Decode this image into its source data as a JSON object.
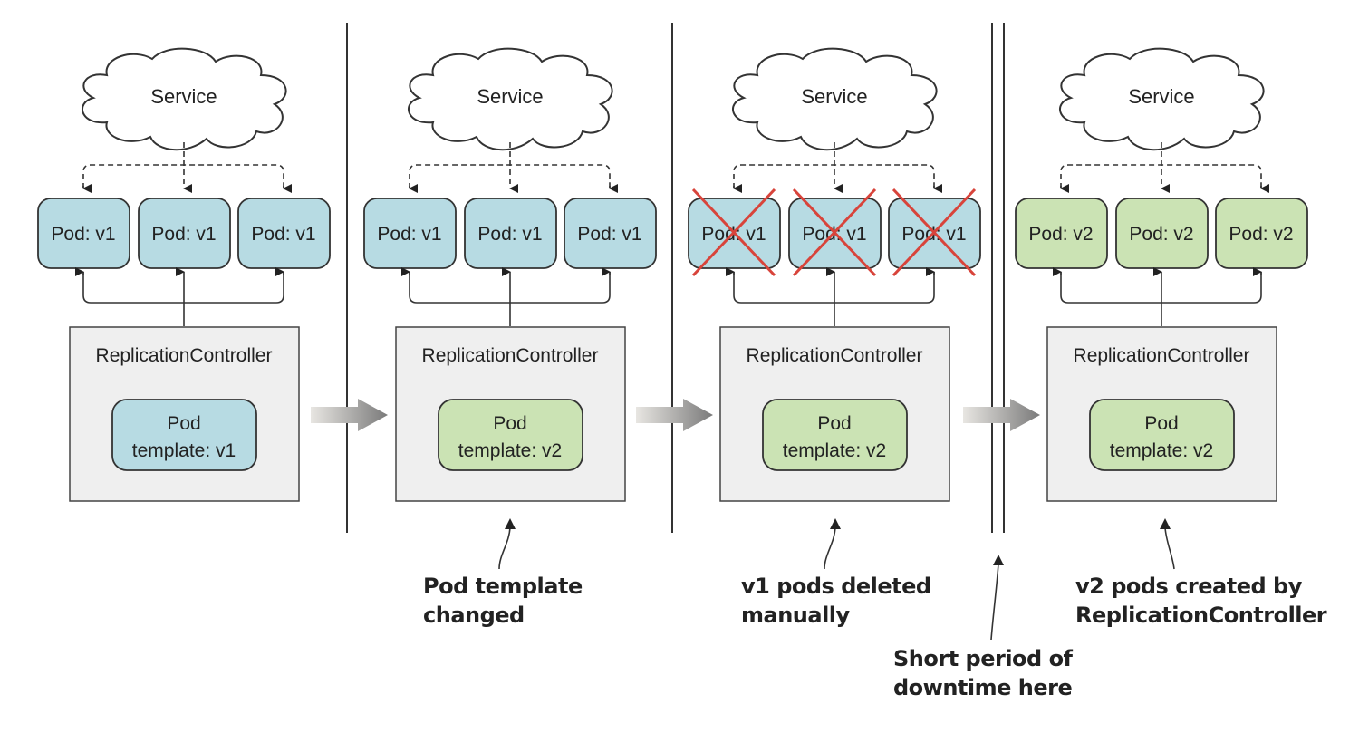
{
  "diagram": {
    "panels": [
      {
        "service_label": "Service",
        "pods": [
          {
            "label": "Pod: v1",
            "version": "v1",
            "deleted": false
          },
          {
            "label": "Pod: v1",
            "version": "v1",
            "deleted": false
          },
          {
            "label": "Pod: v1",
            "version": "v1",
            "deleted": false
          }
        ],
        "controller_label": "ReplicationController",
        "template_line1": "Pod",
        "template_line2": "template: v1",
        "template_version": "v1"
      },
      {
        "service_label": "Service",
        "pods": [
          {
            "label": "Pod: v1",
            "version": "v1",
            "deleted": false
          },
          {
            "label": "Pod: v1",
            "version": "v1",
            "deleted": false
          },
          {
            "label": "Pod: v1",
            "version": "v1",
            "deleted": false
          }
        ],
        "controller_label": "ReplicationController",
        "template_line1": "Pod",
        "template_line2": "template: v2",
        "template_version": "v2"
      },
      {
        "service_label": "Service",
        "pods": [
          {
            "label": "Pod: v1",
            "version": "v1",
            "deleted": true
          },
          {
            "label": "Pod: v1",
            "version": "v1",
            "deleted": true
          },
          {
            "label": "Pod: v1",
            "version": "v1",
            "deleted": true
          }
        ],
        "controller_label": "ReplicationController",
        "template_line1": "Pod",
        "template_line2": "template: v2",
        "template_version": "v2"
      },
      {
        "service_label": "Service",
        "pods": [
          {
            "label": "Pod: v2",
            "version": "v2",
            "deleted": false
          },
          {
            "label": "Pod: v2",
            "version": "v2",
            "deleted": false
          },
          {
            "label": "Pod: v2",
            "version": "v2",
            "deleted": false
          }
        ],
        "controller_label": "ReplicationController",
        "template_line1": "Pod",
        "template_line2": "template: v2",
        "template_version": "v2"
      }
    ],
    "annotations": {
      "template_changed": [
        "Pod template",
        "changed"
      ],
      "pods_deleted": [
        "v1 pods deleted",
        "manually"
      ],
      "downtime": [
        "Short period of",
        "downtime here"
      ],
      "pods_created": [
        "v2 pods created by",
        "ReplicationController"
      ]
    },
    "colors": {
      "pod_v1": "#b7dbe3",
      "pod_v2": "#cbe3b4",
      "controller_bg": "#efefef",
      "delete_cross": "#d8443b"
    }
  }
}
